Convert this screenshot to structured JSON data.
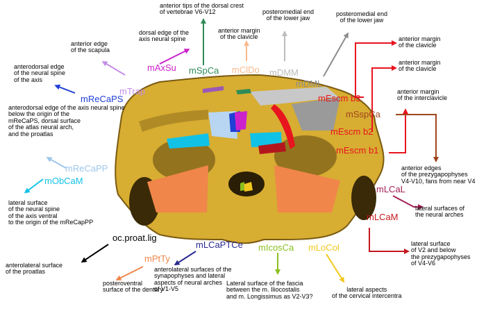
{
  "muscles": [
    {
      "id": "mSpCa",
      "abbr": "mSpCa",
      "color": "#2e8b57",
      "desc": "anterior tips of the dorsal crest\nof vertebrae V6-V12"
    },
    {
      "id": "mAxSu",
      "abbr": "mAxSu",
      "color": "#cc22cc",
      "desc": "dorsal edge of the\naxis neural spine"
    },
    {
      "id": "mTrap",
      "abbr": "mTrap",
      "color": "#c58ee6",
      "desc": "anterior edge\nof the scapula"
    },
    {
      "id": "mReCaPS",
      "abbr": "mReCaPS",
      "color": "#1f3fd6",
      "desc": "anterodorsal edge\nof the neural spine\nof the axis"
    },
    {
      "id": "mClDo",
      "abbr": "mClDo",
      "color": "#f7b98a",
      "desc": "anterior margin\nof the clavicle"
    },
    {
      "id": "mDMM",
      "abbr": "mDMM",
      "color": "#bbbbbb",
      "desc": "posteromedial end\nof the lower jaw"
    },
    {
      "id": "mDML",
      "abbr": "mDML",
      "color": "#8c8c8c",
      "desc": "posteromedial end\nof the lower jaw"
    },
    {
      "id": "mEscmb3",
      "abbr": "mEscm b3",
      "color": "#e8141e",
      "desc": "anterior margin\nof the clavicle"
    },
    {
      "id": "mEscmb2",
      "abbr": "mEscm b2",
      "color": "#e8141e",
      "desc": "anterior margin\nof the clavicle"
    },
    {
      "id": "mEscmb1",
      "abbr": "mEscm b1",
      "color": "#e8141e",
      "desc": "anterior margin\nof the interclavicle"
    },
    {
      "id": "mSspCa",
      "abbr": "mSspCa",
      "color": "#a0441c",
      "desc": "anterior edges\nof the prezygapophyses\nV4-V10, fans from near V4"
    },
    {
      "id": "mReCaPP",
      "abbr": "mReCaPP",
      "color": "#9fc6ec",
      "desc": "anterodorsal edge of the axis neural spine\nbelow the origin of the\nmReCaPS, dorsal surface\nof the atlas neural arch,\nand the proatlas"
    },
    {
      "id": "mObCaM",
      "abbr": "mObCaM",
      "color": "#12c2e6",
      "desc": "lateral surface\nof the neural spine\nof the axis ventral\nto the origin of the mReCapPP"
    },
    {
      "id": "mLCaL",
      "abbr": "mLCaL",
      "color": "#a32056",
      "desc": "lateral surfaces of\nthe neural arches"
    },
    {
      "id": "mLCaM",
      "abbr": "mLCaM",
      "color": "#c4181e",
      "desc": "lateral surface\nof V2 and below\nthe prezygapophyses\nof V4-V6"
    },
    {
      "id": "ocproatlig",
      "abbr": "oc.proat.lig",
      "color": "#000000",
      "desc": "anterolateral surface\nof the proatlas"
    },
    {
      "id": "mPtTy",
      "abbr": "mPtTy",
      "color": "#f0864a",
      "desc": "posteroventral\nsurface of the dentary"
    },
    {
      "id": "mLCaPTCe",
      "abbr": "mLCaPTCe",
      "color": "#2a2a90",
      "desc": "anterolateral surfaces of the\nsynapophyses and lateral\naspects of neural arches\nof V1-V5"
    },
    {
      "id": "mIcosCa",
      "abbr": "mIcosCa",
      "color": "#8cc020",
      "desc": "Lateral surface of the fascia\nbetween the m. Iliocostalis\nand m. Longissimus as V2-V3?"
    },
    {
      "id": "mLoCol",
      "abbr": "mLoCol",
      "color": "#f2c81e",
      "desc": "lateral aspects\nof the cervical intercentra"
    }
  ]
}
